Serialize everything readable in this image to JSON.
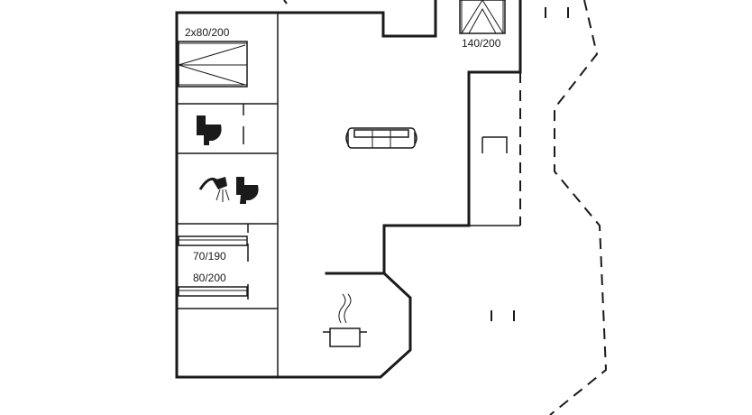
{
  "plan": {
    "labels": {
      "bed_top": "2x80/200",
      "bed_right": "140/200",
      "bed_mid": "70/190",
      "bed_low": "80/200"
    },
    "icons": [
      "bed-icon",
      "toilet-icon",
      "shower-icon",
      "sofa-icon",
      "cooking-pot-icon"
    ],
    "colors": {
      "line": "#1a1a1a",
      "background": "#ffffff"
    }
  }
}
